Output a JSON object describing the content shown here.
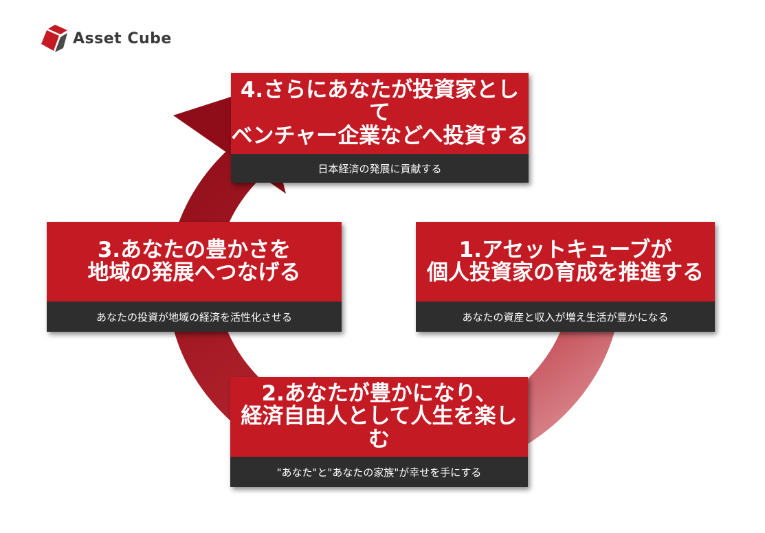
{
  "brand": {
    "name": "Asset Cube",
    "accent": "#c41a24",
    "dark": "#2e2e2e"
  },
  "steps": [
    {
      "number": "1.",
      "title_line1": "1.アセットキューブが",
      "title_line2": "個人投資家の育成を推進する",
      "caption": "あなたの資産と収入が増え生活が豊かになる"
    },
    {
      "number": "2.",
      "title_line1": "2.あなたが豊かになり、",
      "title_line2": "経済自由人として人生を楽しむ",
      "caption": "\"あなた\"と\"あなたの家族\"が幸せを手にする"
    },
    {
      "number": "3.",
      "title_line1": "3.あなたの豊かさを",
      "title_line2": "地域の発展へつなげる",
      "caption": "あなたの投資が地域の経済を活性化させる"
    },
    {
      "number": "4.",
      "title_line1": "4.さらにあなたが投資家として",
      "title_line2": "ベンチャー企業などへ投資する",
      "caption": "日本経済の発展に貢献する"
    }
  ]
}
